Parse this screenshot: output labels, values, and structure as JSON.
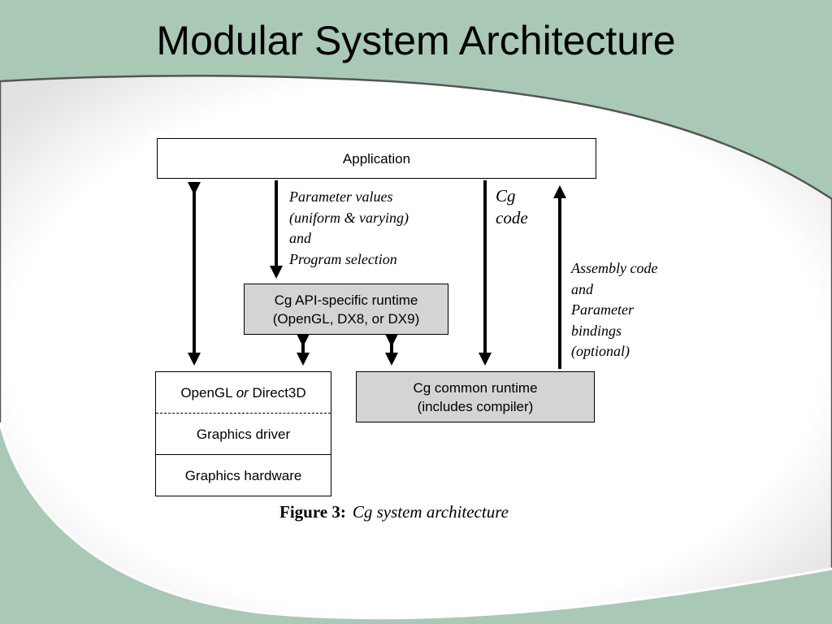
{
  "slide": {
    "title": "Modular System Architecture"
  },
  "colors": {
    "background_green": "#a9c9b6",
    "panel_white": "#ffffff",
    "box_gray": "#d4d4d4"
  },
  "diagram": {
    "application_label": "Application",
    "api_runtime": {
      "line1": "Cg API-specific runtime",
      "line2": "(OpenGL, DX8, or DX9)"
    },
    "common_runtime": {
      "line1": "Cg common runtime",
      "line2": "(includes compiler)"
    },
    "graphics_stack": {
      "api_prefix": "OpenGL ",
      "api_or": "or",
      "api_suffix": " Direct3D",
      "driver": "Graphics driver",
      "hardware": "Graphics hardware"
    },
    "notes": {
      "parameter_values": [
        "Parameter values",
        "(uniform & varying)",
        "and",
        "Program selection"
      ],
      "cg_code": [
        "Cg",
        "code"
      ],
      "assembly_code": [
        "Assembly code",
        "and",
        "Parameter",
        "bindings",
        "(optional)"
      ]
    },
    "caption": {
      "label": "Figure 3:",
      "text": "Cg system architecture"
    }
  }
}
